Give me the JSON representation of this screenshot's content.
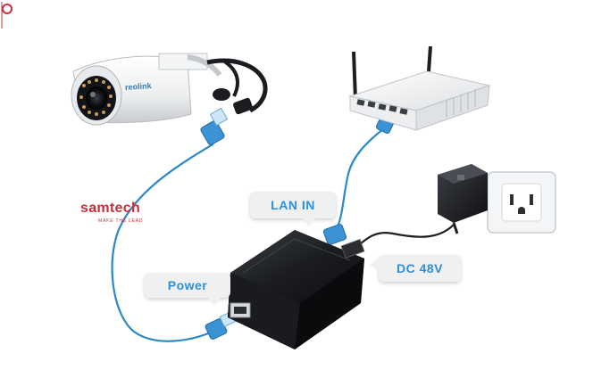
{
  "callouts": {
    "lan_in": "LAN IN",
    "power": "Power",
    "dc_48v": "DC 48V"
  },
  "camera": {
    "brand": "reolink"
  },
  "logo": {
    "wordmark": "samtech",
    "tagline": "MAKE THE LEAD"
  },
  "colors": {
    "cable": "#2c88c8",
    "callout_text": "#2f8fd8",
    "callout_bg": "#eef0f2",
    "logo": "#c7303a",
    "injector": "#15171a"
  }
}
